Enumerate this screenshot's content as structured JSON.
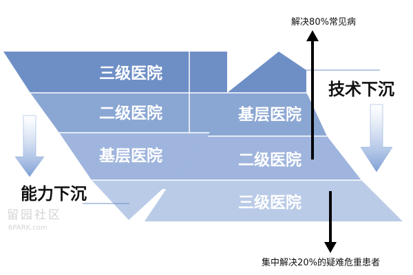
{
  "left_funnel": {
    "levels": [
      "三级医院",
      "二级医院",
      "基层医院"
    ],
    "caption": "能力下沉"
  },
  "right_pyramid": {
    "levels": [
      "基层医院",
      "二级医院",
      "三级医院"
    ],
    "caption": "技术下沉"
  },
  "annotations": {
    "top": "解决80%常见病",
    "bottom": "集中解决20%的疑难危重患者"
  },
  "watermark": {
    "cn": "留园社区",
    "en": "6PARK.com"
  },
  "colors": {
    "band_dark": "#6e8fc6",
    "band_mid": "#8aa6d3",
    "band_light": "#a8bee1",
    "band_lightest": "#c2d3ec",
    "down_arrow": "#7fa0d6",
    "caption_text": "#111111",
    "level_text": "#ffffff"
  }
}
